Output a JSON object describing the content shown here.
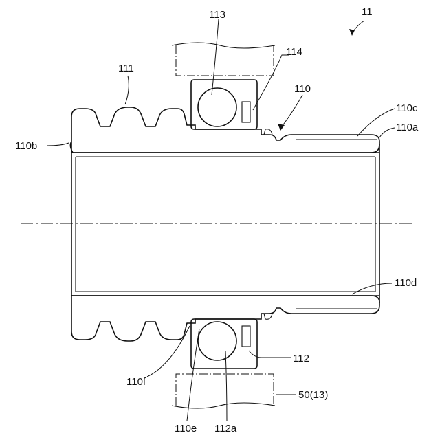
{
  "labels": {
    "assembly": "11",
    "sleeve": "110",
    "outer_end": "110a",
    "inner_end": "110b",
    "outer_surface": "110c",
    "inner_surface": "110d",
    "groove": "110e",
    "shoulder": "110f",
    "screw": "111",
    "bearing": "112",
    "bearing_groove": "112a",
    "ball": "113",
    "retainer": "114",
    "housing": "50(13)"
  }
}
